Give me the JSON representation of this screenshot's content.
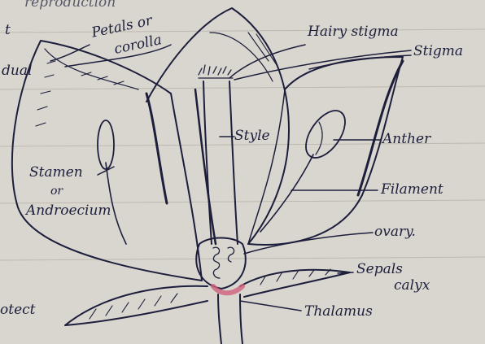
{
  "labels": {
    "petals": "Petals or",
    "corolla": "corolla",
    "hairy_stigma": "Hairy stigma",
    "stigma": "Stigma",
    "style": "Style",
    "anther": "Anther",
    "filament": "Filament",
    "stamen": "Stamen",
    "or": "or",
    "androecium": "Androecium",
    "ovary": "ovary.",
    "sepals": "Sepals",
    "calyx": "calyx",
    "thalamus": "Thalamus"
  },
  "edge_text": {
    "top": "reproduction",
    "left_top": "t",
    "left_dual": "dual",
    "left_bottom": "otect"
  },
  "colors": {
    "ink": "#1c1e3c",
    "paper": "#d9d6cf",
    "highlight": "#d0607a"
  }
}
